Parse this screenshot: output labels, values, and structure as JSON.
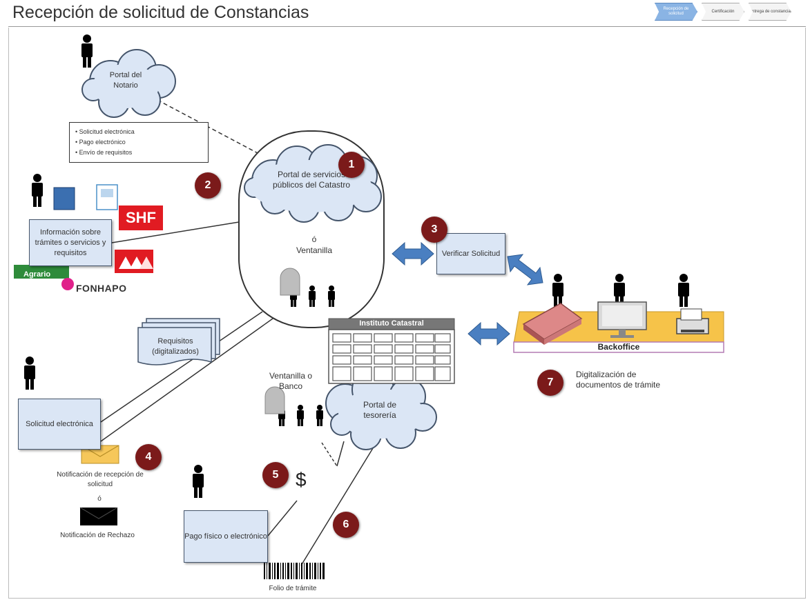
{
  "title": "Recepción de solicitud de Constancias",
  "process_steps": [
    {
      "label": "Recepción de solicitud",
      "active": true
    },
    {
      "label": "Certificación",
      "active": false
    },
    {
      "label": "Entrega de constancia",
      "active": false
    }
  ],
  "notary_portal": {
    "label": "Portal del Notario"
  },
  "notary_services": [
    "Solicitud electrónica",
    "Pago electrónico",
    "Envío de requisitos"
  ],
  "public_portal": {
    "label": "Portal de servicios públicos del Catastro"
  },
  "alternative": "ó",
  "ventanilla": "Ventanilla",
  "info_box": {
    "label": "Información sobre trámites o servicios y requisitos"
  },
  "logos": {
    "shf": "SHF",
    "fonhapo": "FONHAPO",
    "agrario": "Agrario"
  },
  "verify": {
    "label": "Verificar Solicitud"
  },
  "institute": {
    "label": "Instituto Catastral"
  },
  "backoffice": {
    "label": "Backoffice"
  },
  "digitalization": {
    "label": "Digitalización de documentos de trámite"
  },
  "requirements": {
    "label": "Requisitos (digitalizados)"
  },
  "electronic_request": {
    "label": "Solicitud electrónica"
  },
  "ventanilla_banco": {
    "label": "Ventanilla o Banco"
  },
  "treasury_portal": {
    "label": "Portal de tesorería"
  },
  "notification_receipt": {
    "label": "Notificación de recepción de solicitud"
  },
  "notification_or": "ó",
  "notification_reject": {
    "label": "Notificación de Rechazo"
  },
  "payment": {
    "label": "Pago físico o electrónico"
  },
  "currency": "$",
  "folio": {
    "label": "Folio de trámite"
  },
  "step_numbers": [
    "1",
    "2",
    "3",
    "4",
    "5",
    "6",
    "7"
  ],
  "colors": {
    "number_badge": "#7b1a1a",
    "box_fill": "#dbe6f5",
    "cloud_fill": "#dbe6f5",
    "arrow": "#4a7fc1",
    "backoffice": "#f6c349"
  }
}
